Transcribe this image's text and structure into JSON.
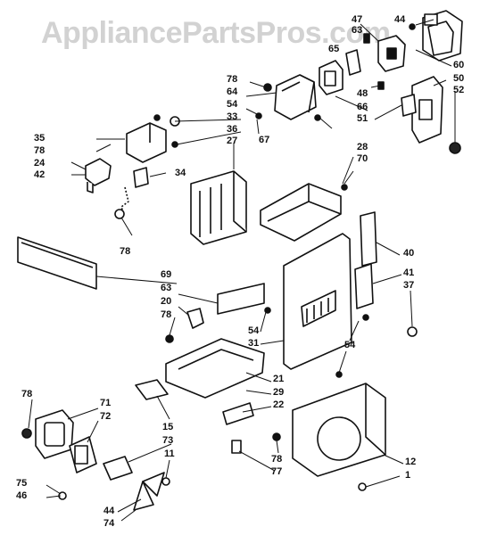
{
  "watermark": "AppliancePartsPros.com",
  "callouts": [
    "47",
    "44",
    "60",
    "63",
    "65",
    "50",
    "52",
    "48",
    "78",
    "64",
    "54",
    "66",
    "33",
    "51",
    "35",
    "36",
    "27",
    "67",
    "78",
    "24",
    "42",
    "34",
    "28",
    "70",
    "78",
    "40",
    "41",
    "37",
    "69",
    "63",
    "20",
    "78",
    "54",
    "31",
    "54",
    "21",
    "29",
    "22",
    "78",
    "71",
    "72",
    "15",
    "73",
    "11",
    "78",
    "77",
    "12",
    "1",
    "75",
    "46",
    "44",
    "74"
  ]
}
